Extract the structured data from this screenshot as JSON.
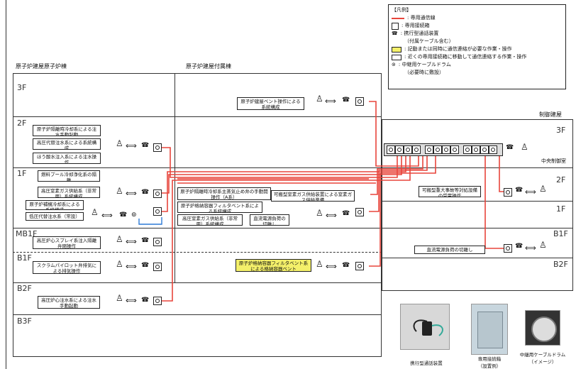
{
  "headers": {
    "reactor_building": "原子炉建屋原子炉棟",
    "annex_building": "原子炉建屋付属棟",
    "control_building": "制御建屋",
    "main_control_room": "中央制御室"
  },
  "floors_left": [
    "3F",
    "2F",
    "1F",
    "MB1F",
    "B1F",
    "B2F",
    "B3F"
  ],
  "floors_right": [
    "3F",
    "2F",
    "1F",
    "B1F",
    "B2F"
  ],
  "legend": {
    "title": "【凡例】",
    "items": [
      ": 専用通信線",
      ": 専用接続箱",
      ": 携行型通話装置",
      "（付属ケーブル含む）",
      ": 記動または同時に通信連絡が必要な作業・操作",
      ": 近くの専用接続箱に移動して通信連絡する作業・操作",
      ": 中継用ケーブルドラム",
      "（必要時に敷設）"
    ],
    "colors": {
      "line": "#e8453c",
      "yellow": "#f4f06a"
    }
  },
  "tasks": {
    "annex_3f": "原子炉建屋ベント操作による系統構成",
    "left_2f_1": "原子炉隔離時冷却系による注水手動起動",
    "left_2f_2": "高圧代替注水系による系統構成",
    "left_2f_3": "ほう酸水注入系による注水操作",
    "left_1f_1": "燃料プール冷却浄化系の隔離",
    "left_1f_2": "高圧窒素ガス供給系（非常用）系統構成",
    "left_1f_3": "原子炉補機冷却系による系統構成",
    "left_1f_4": "低圧代替注水系（常設）操作",
    "left_mb1f": "高圧炉心スプレイ系注入隔離弁閉操作",
    "left_b1f": "スクラムパイロット弁排気による排気操作",
    "left_b2f": "高圧炉心注水系による注水手動起動",
    "annex_1f_1": "原子炉隔離時冷却系主蒸気止め弁の手動開操作（A系）",
    "annex_1f_2": "原子炉格納容器フィルタベント系による系統構成",
    "annex_1f_3": "高圧窒素ガス供給系（非常用）系統構成",
    "annex_1f_4": "可搬型窒素ガス供給装置による窒素ガス供給準備",
    "annex_1f_5": "直流電源負荷の切離し",
    "annex_b1f": "原子炉格納容器フィルタベント系による格納容器ベント",
    "control_2f": "可搬型重大事故等対処設備の受電操作",
    "control_b1f": "直流電源負荷の切離し"
  },
  "photos": {
    "phone_caption": "携行型通話装置",
    "box_caption": "専用接続箱",
    "box_caption2": "（設置例）",
    "drum_caption": "中継用ケーブルドラム",
    "drum_caption2": "（イメージ）"
  }
}
